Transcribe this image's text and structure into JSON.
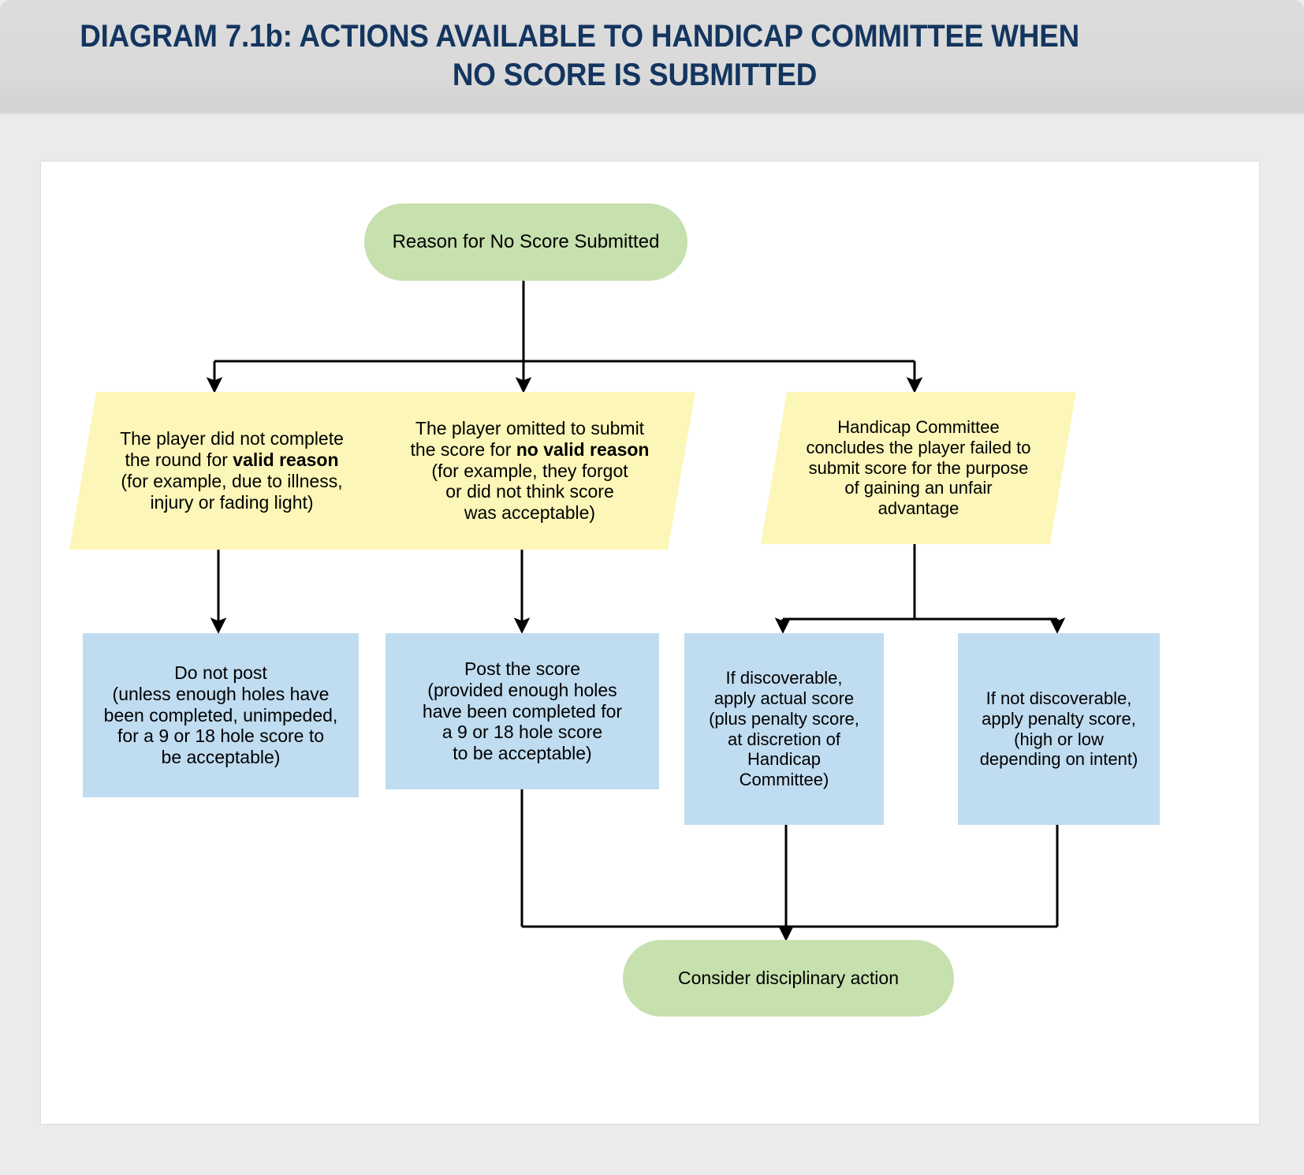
{
  "title": {
    "line1": "DIAGRAM 7.1b: ACTIONS AVAILABLE TO HANDICAP COMMITTEE WHEN",
    "line2": "NO SCORE IS SUBMITTED",
    "color": "#13355f",
    "banner_color": "#d9d9d9"
  },
  "colors": {
    "terminator": "#c6e0ae",
    "decision": "#fcf6b8",
    "process": "#c0dcf0",
    "connector": "#000000",
    "panel": "#ffffff",
    "page_background": "#ebebeb"
  },
  "flowchart": {
    "type": "flowchart",
    "start": {
      "id": "start",
      "shape": "terminator",
      "label": "Reason for No Score Submitted"
    },
    "reasons": [
      {
        "id": "reason-valid",
        "shape": "parallelogram",
        "text_parts": [
          {
            "text": "The player did not complete\nthe round for ",
            "bold": false
          },
          {
            "text": "valid reason",
            "bold": true
          },
          {
            "text": "\n(for example, due to illness,\ninjury or fading light)",
            "bold": false
          }
        ],
        "plain": "The player did not complete the round for valid reason (for example, due to illness, injury or fading light)"
      },
      {
        "id": "reason-no-valid",
        "shape": "parallelogram",
        "text_parts": [
          {
            "text": "The player omitted to submit\nthe score for ",
            "bold": false
          },
          {
            "text": "no valid reason",
            "bold": true
          },
          {
            "text": "\n(for example, they forgot\nor did not think score\nwas acceptable)",
            "bold": false
          }
        ],
        "plain": "The player omitted to submit the score for no valid reason (for example, they forgot or did not think score was acceptable)"
      },
      {
        "id": "reason-unfair-advantage",
        "shape": "parallelogram",
        "text_parts": [
          {
            "text": "Handicap Committee\nconcludes the player failed to\nsubmit score for the purpose\nof gaining an unfair\nadvantage",
            "bold": false
          }
        ],
        "plain": "Handicap Committee concludes the player failed to submit score for the purpose of gaining an unfair advantage"
      }
    ],
    "actions": [
      {
        "id": "action-do-not-post",
        "shape": "process",
        "label": "Do not post\n(unless enough holes have\nbeen completed, unimpeded,\nfor a 9 or 18 hole score to\nbe acceptable)"
      },
      {
        "id": "action-post-score",
        "shape": "process",
        "label": "Post the score\n(provided enough holes\nhave been completed for\na 9 or 18 hole score\nto be acceptable)"
      },
      {
        "id": "action-discoverable",
        "shape": "process",
        "label": "If discoverable,\napply actual score\n(plus penalty score,\nat discretion of\nHandicap\nCommittee)"
      },
      {
        "id": "action-not-discoverable",
        "shape": "process",
        "label": "If not discoverable,\napply penalty score,\n(high or low\ndepending on intent)"
      }
    ],
    "end": {
      "id": "end",
      "shape": "terminator",
      "label": "Consider disciplinary action"
    },
    "edges": [
      {
        "from": "start",
        "to": "reason-valid"
      },
      {
        "from": "start",
        "to": "reason-no-valid"
      },
      {
        "from": "start",
        "to": "reason-unfair-advantage"
      },
      {
        "from": "reason-valid",
        "to": "action-do-not-post"
      },
      {
        "from": "reason-no-valid",
        "to": "action-post-score"
      },
      {
        "from": "reason-unfair-advantage",
        "to": "action-discoverable"
      },
      {
        "from": "reason-unfair-advantage",
        "to": "action-not-discoverable"
      },
      {
        "from": "action-post-score",
        "to": "end"
      },
      {
        "from": "action-discoverable",
        "to": "end"
      },
      {
        "from": "action-not-discoverable",
        "to": "end"
      }
    ]
  }
}
